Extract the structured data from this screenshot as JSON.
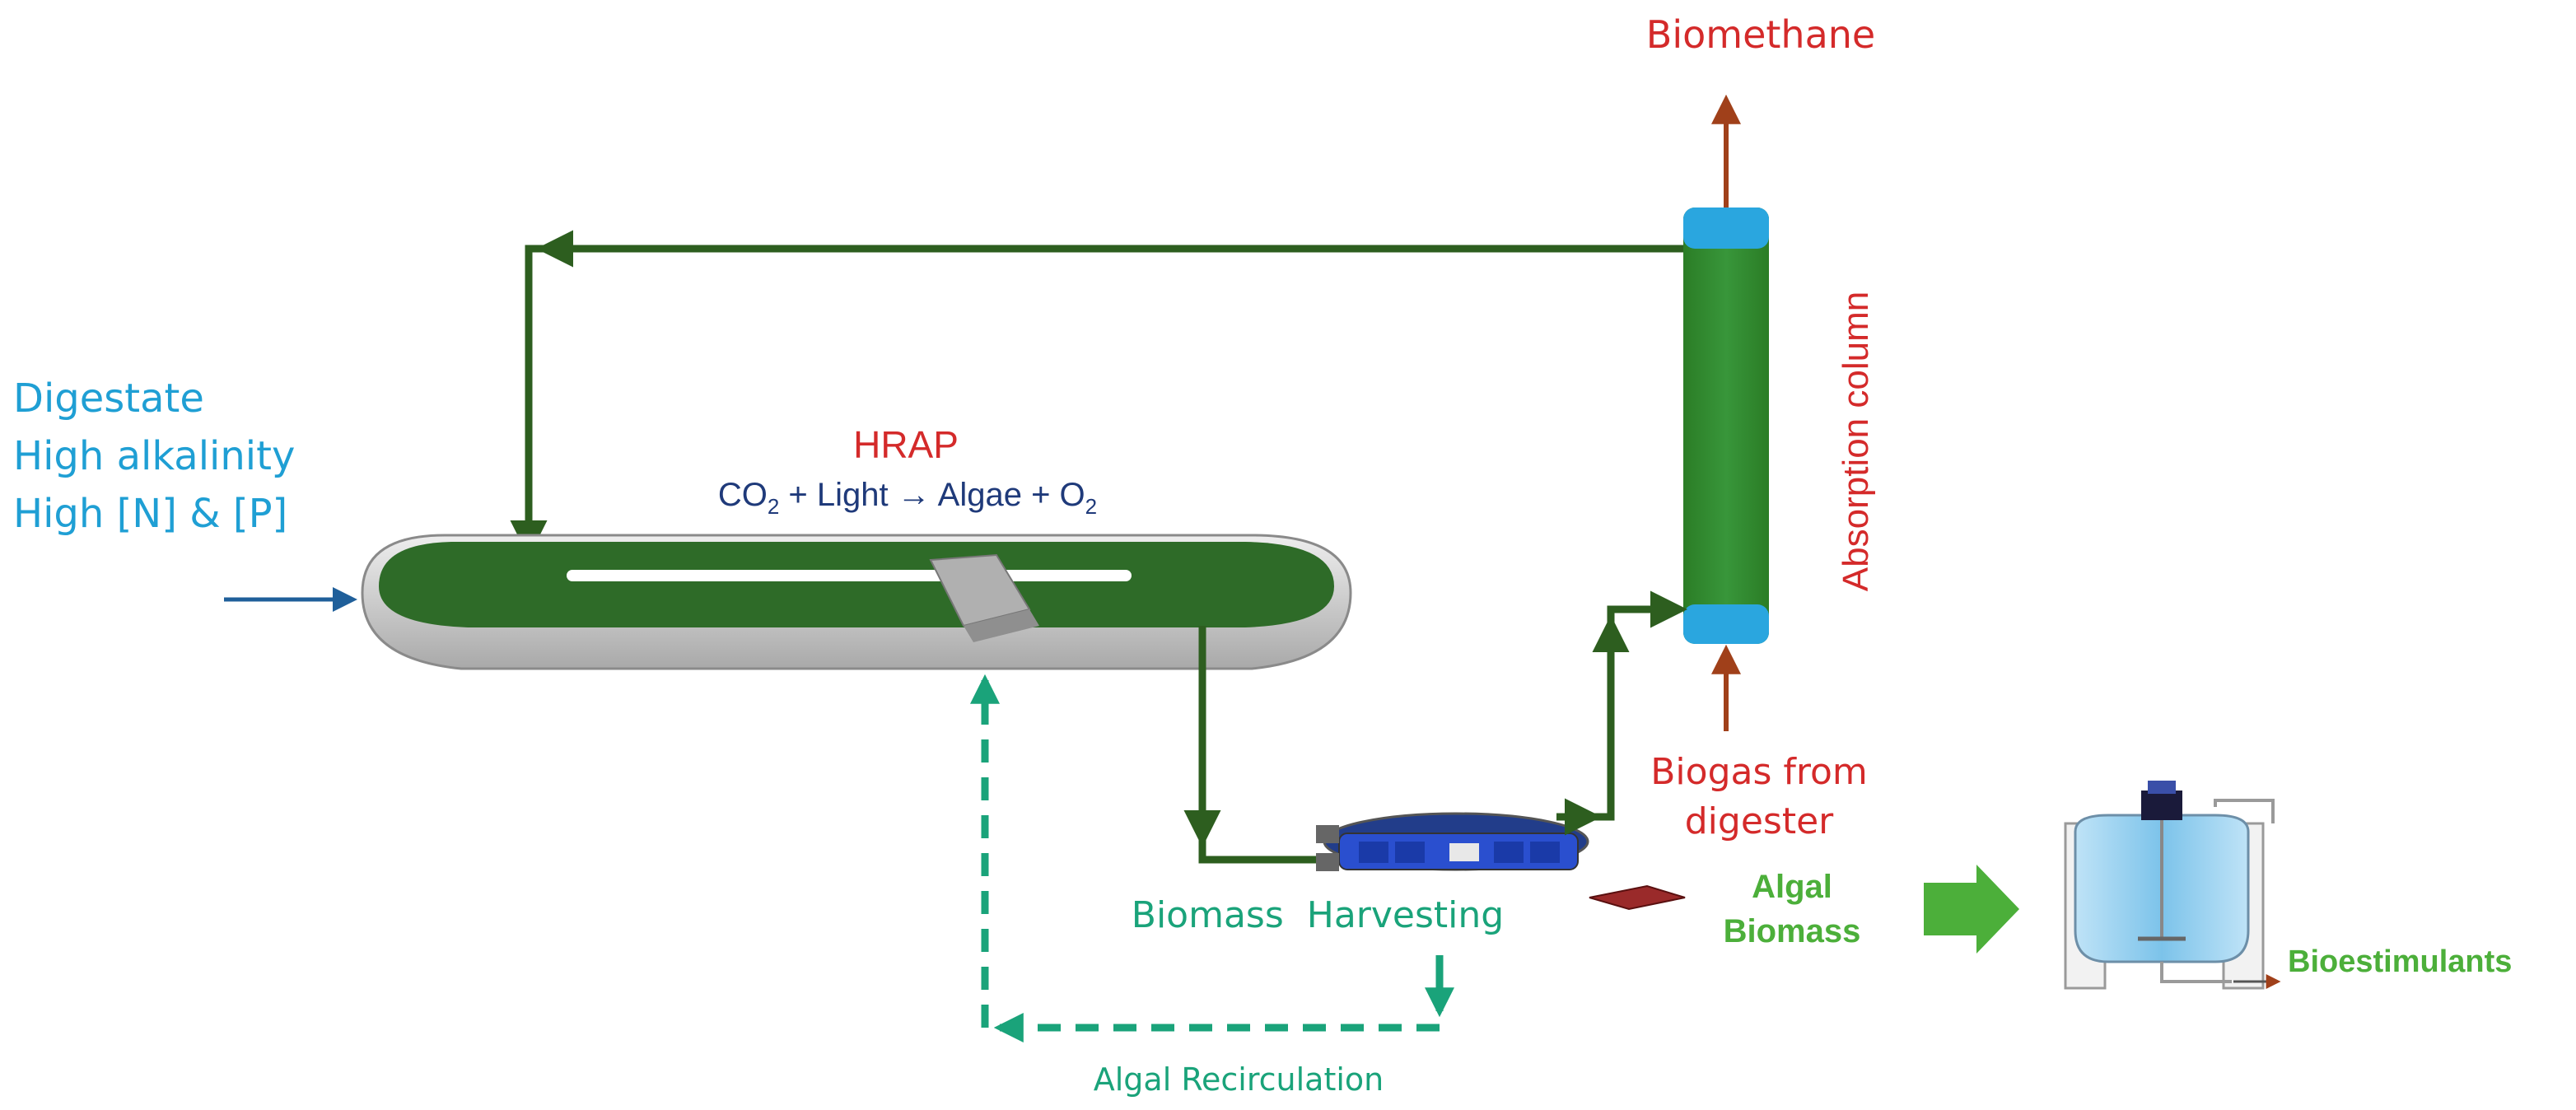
{
  "labels": {
    "biomethane": "Biomethane",
    "digestate_line1": "Digestate",
    "digestate_line2": "High alkalinity",
    "digestate_line3": "High [N] & [P]",
    "hrap_title": "HRAP",
    "equation_co": "CO",
    "equation_sub2": "2",
    "equation_mid": " + Light → Algae + O",
    "equation_sub2b": "2",
    "absorption_column": "Absorption column",
    "biogas_line1": "Biogas from",
    "biogas_line2": "digester",
    "biomass_harvesting": "Biomass  Harvesting",
    "algal_biomass_line1": "Algal",
    "algal_biomass_line2": "Biomass",
    "bioestimulants": "Bioestimulants",
    "algal_recirculation": "Algal Recirculation"
  },
  "colors": {
    "flow_green": "#2d5e1f",
    "recirculation_teal": "#1aa37a",
    "biogas_brown": "#a0401a",
    "digestate_blue": "#1f9fd4",
    "hrap_red": "#d42a2a",
    "equation_navy": "#1f3a7a",
    "column_green": "#2f8a2a",
    "column_cap_blue": "#2aa6df",
    "algal_green": "#4caf3a"
  }
}
